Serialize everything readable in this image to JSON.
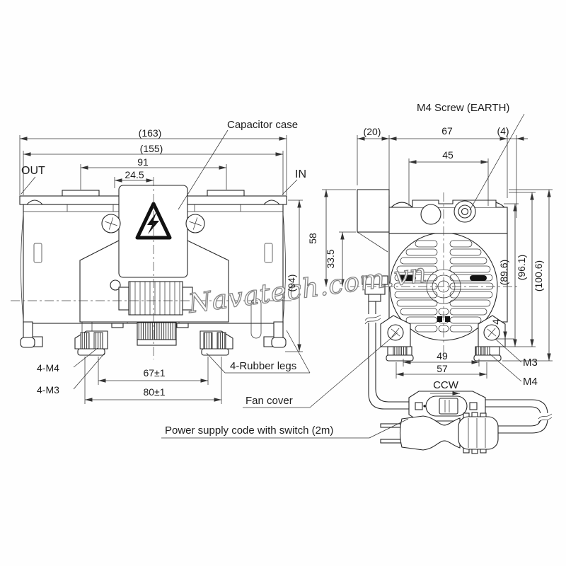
{
  "watermark": "Navatech.com.vn",
  "front_view": {
    "port_out": "OUT",
    "port_in": "IN",
    "capacitor_case": "Capacitor case",
    "dim_width_total": "(163)",
    "dim_width_body": "(155)",
    "dim_mount_span": "91",
    "dim_port_offset": "24.5",
    "dim_height": "(94)",
    "dim_feet_inner": "67±1",
    "dim_feet_outer": "80±1",
    "callout_m4": "4-M4",
    "callout_m3": "4-M3",
    "callout_rubber_legs": "4-Rubber legs",
    "callout_fan_cover": "Fan cover"
  },
  "side_view": {
    "callout_earth_screw": "M4 Screw (EARTH)",
    "dim_rear_depth": "(20)",
    "dim_body_depth": "67",
    "dim_front_depth": "(4)",
    "dim_head_width": "45",
    "dim_head_height": "58",
    "dim_cap_height": "33.5",
    "dim_height_1": "(89.6)",
    "dim_height_2": "(96.1)",
    "dim_height_3": "(100.6)",
    "dim_foot_height": "4",
    "dim_feet_inner": "49",
    "dim_feet_outer": "57",
    "rotation_direction": "CCW",
    "callout_m3": "M3",
    "callout_m4": "M4"
  },
  "power_cord": {
    "label": "Power supply code with switch (2m)"
  }
}
